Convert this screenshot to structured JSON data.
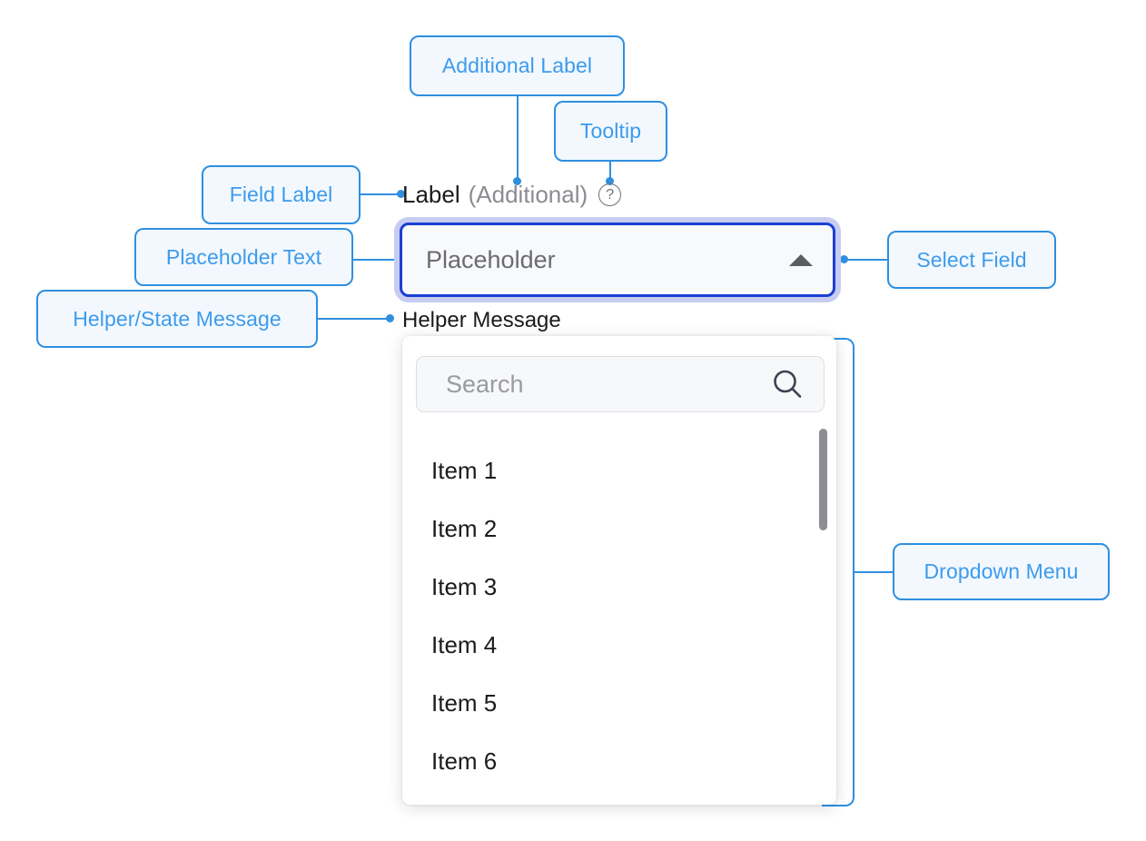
{
  "annotations": {
    "additional_label": "Additional Label",
    "tooltip": "Tooltip",
    "field_label": "Field Label",
    "placeholder_text": "Placeholder Text",
    "helper_state_message": "Helper/State Message",
    "select_field": "Select Field",
    "dropdown_menu": "Dropdown Menu"
  },
  "field": {
    "label": "Label",
    "additional": "(Additional)",
    "tooltip_icon": "help-circle-icon",
    "tooltip_glyph": "?",
    "placeholder": "Placeholder",
    "caret_icon": "caret-up-icon",
    "helper_message": "Helper Message"
  },
  "dropdown": {
    "search_placeholder": "Search",
    "search_icon": "search-icon",
    "items": [
      "Item 1",
      "Item 2",
      "Item 3",
      "Item 4",
      "Item 5",
      "Item 6"
    ]
  },
  "colors": {
    "annotation_border": "#2f8fdf",
    "annotation_fill": "#f2f8fe",
    "annotation_text": "#3d9bec",
    "field_border": "#1a3fd4",
    "field_focus_ring": "#c7ccf0",
    "field_bg": "#f8f9fb",
    "text_primary": "#1b1b1f",
    "text_muted": "#8b8b92",
    "scrollbar_thumb": "#8e8e92"
  }
}
